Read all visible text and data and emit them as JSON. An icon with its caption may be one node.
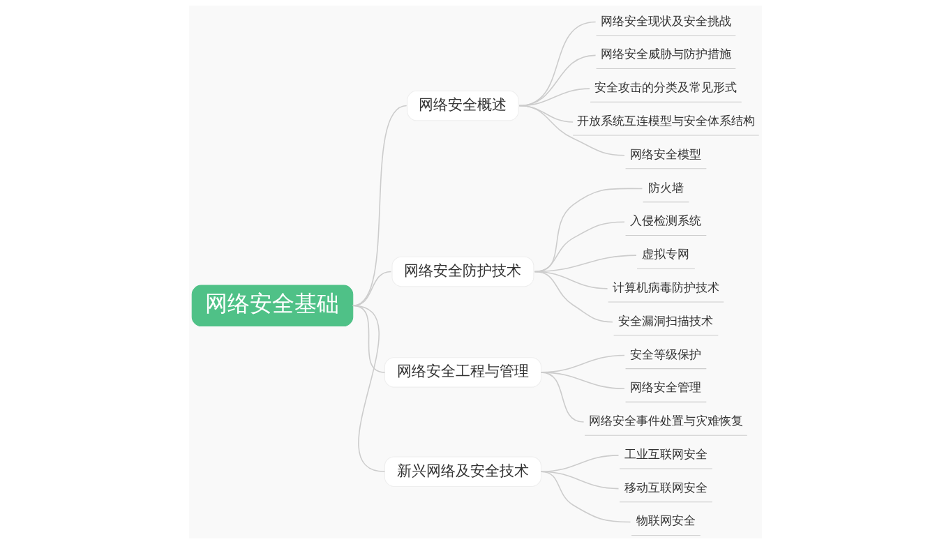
{
  "diagram": {
    "nodes": [
      {
        "text": [
          "网络安全基础"
        ]
      },
      {
        "text": [
          "网络安全概述"
        ]
      },
      {
        "text": [
          "网络安全现状及安全挑战"
        ]
      },
      {
        "text": [
          "网络安全威胁与防护措施"
        ]
      },
      {
        "text": [
          "安全攻击的分类及常见形式"
        ]
      },
      {
        "text": [
          "开放系统互连模型与安全体系结构"
        ]
      },
      {
        "text": [
          "网络安全模型"
        ]
      },
      {
        "text": [
          "网络安全防护技术"
        ]
      },
      {
        "text": [
          "防火墙"
        ]
      },
      {
        "text": [
          "入侵检测系统"
        ]
      },
      {
        "text": [
          "虚拟专网"
        ]
      },
      {
        "text": [
          "计算机病毒防护技术"
        ]
      },
      {
        "text": [
          "安全漏洞扫描技术"
        ]
      },
      {
        "text": [
          "网络安全工程与管理"
        ]
      },
      {
        "text": [
          "安全等级保护"
        ]
      },
      {
        "text": [
          "网络安全管理"
        ]
      },
      {
        "text": [
          "网络安全事件处置与灾难恢复"
        ]
      },
      {
        "text": [
          "新兴网络及安全技术"
        ]
      },
      {
        "text": [
          "工业互联网安全"
        ]
      },
      {
        "text": [
          "移动互联网安全"
        ]
      },
      {
        "text": [
          "物联网安全"
        ]
      }
    ],
    "edges": [
      {
        "from": 0,
        "to": 1,
        "arrow": "none"
      },
      {
        "from": 1,
        "to": 2,
        "arrow": "none"
      },
      {
        "from": 1,
        "to": 3,
        "arrow": "none"
      },
      {
        "from": 1,
        "to": 4,
        "arrow": "none"
      },
      {
        "from": 1,
        "to": 5,
        "arrow": "none"
      },
      {
        "from": 1,
        "to": 6,
        "arrow": "none"
      },
      {
        "from": 0,
        "to": 7,
        "arrow": "none"
      },
      {
        "from": 7,
        "to": 8,
        "arrow": "none"
      },
      {
        "from": 7,
        "to": 9,
        "arrow": "none"
      },
      {
        "from": 7,
        "to": 10,
        "arrow": "none"
      },
      {
        "from": 7,
        "to": 11,
        "arrow": "none"
      },
      {
        "from": 7,
        "to": 12,
        "arrow": "none"
      },
      {
        "from": 0,
        "to": 13,
        "arrow": "none"
      },
      {
        "from": 13,
        "to": 14,
        "arrow": "none"
      },
      {
        "from": 13,
        "to": 15,
        "arrow": "none"
      },
      {
        "from": 13,
        "to": 16,
        "arrow": "none"
      },
      {
        "from": 0,
        "to": 17,
        "arrow": "none"
      },
      {
        "from": 17,
        "to": 18,
        "arrow": "none"
      },
      {
        "from": 17,
        "to": 19,
        "arrow": "none"
      },
      {
        "from": 17,
        "to": 20,
        "arrow": "none"
      }
    ]
  }
}
